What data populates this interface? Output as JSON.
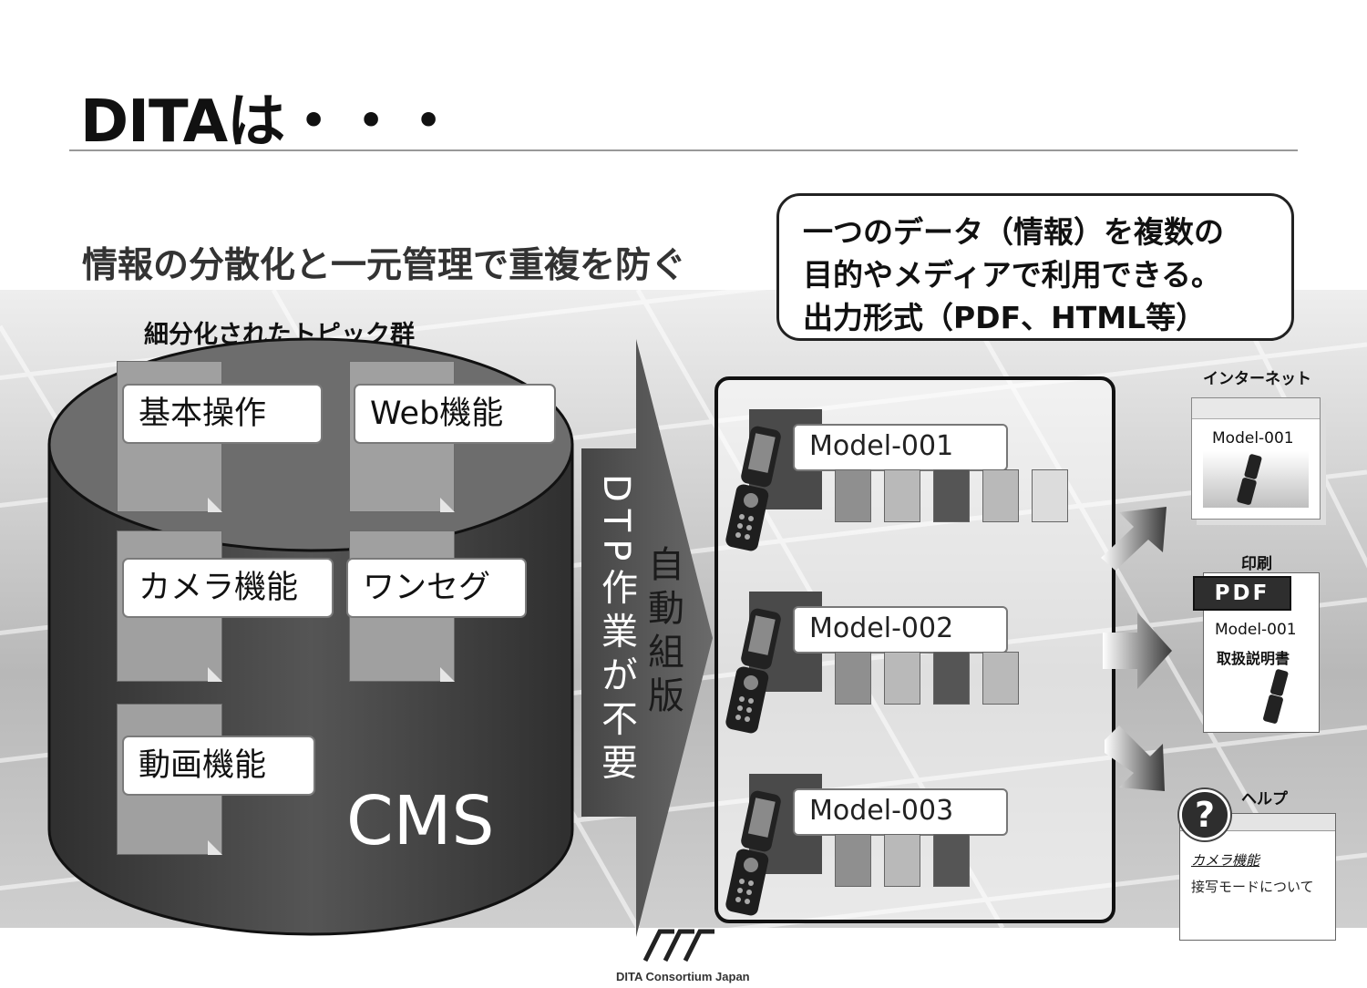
{
  "slide": {
    "title": "DITAは・・・",
    "subtitle": "情報の分散化と一元管理で重複を防ぐ",
    "topics_label": "細分化されたトピック群",
    "callout_lines": [
      "一つのデータ（情報）を複数の",
      "目的やメディアで利用できる。",
      "出力形式（PDF、HTML等）"
    ]
  },
  "cms": {
    "label": "CMS",
    "topics": [
      "基本操作",
      "Web機能",
      "カメラ機能",
      "ワンセグ",
      "動画機能"
    ]
  },
  "arrow": {
    "col1": "DTP作業が不要",
    "col2": "自動組版"
  },
  "models": [
    {
      "name": "Model-001",
      "doc_shades": [
        "mid",
        "light",
        "dark",
        "light",
        "lighter"
      ]
    },
    {
      "name": "Model-002",
      "doc_shades": [
        "mid",
        "light",
        "dark",
        "light"
      ]
    },
    {
      "name": "Model-003",
      "doc_shades": [
        "mid",
        "light",
        "dark"
      ]
    }
  ],
  "outputs": {
    "internet": {
      "caption": "インターネット",
      "model": "Model-001"
    },
    "print": {
      "caption": "印刷",
      "badge": "PDF",
      "model": "Model-001",
      "doc_title": "取扱説明書"
    },
    "help": {
      "caption": "ヘルプ",
      "topic": "カメラ機能",
      "body": "接写モードについて"
    }
  },
  "logo": {
    "text": "DITA Consortium Japan"
  },
  "colors": {
    "dark_doc": "#555555",
    "mid_doc": "#8f8f8f",
    "light_doc": "#b9b9b9",
    "lighter_doc": "#dcdcdc"
  }
}
